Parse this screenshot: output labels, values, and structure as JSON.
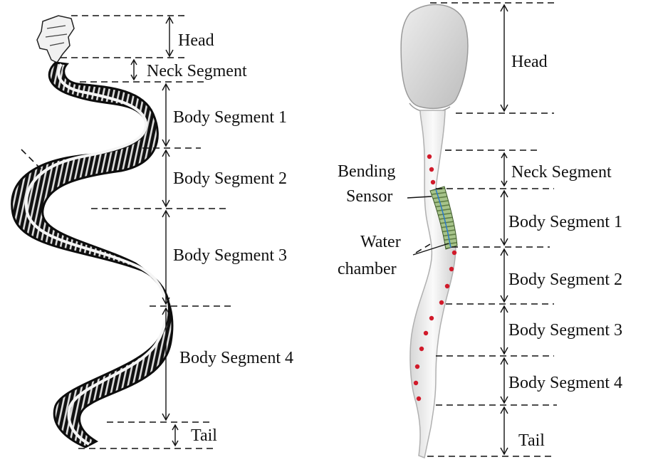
{
  "left_panel": {
    "labels": {
      "head": "Head",
      "neck": "Neck Segment",
      "body1": "Body Segment 1",
      "body2": "Body Segment 2",
      "body3": "Body Segment 3",
      "body4": "Body Segment 4",
      "tail": "Tail"
    }
  },
  "right_panel": {
    "labels": {
      "head": "Head",
      "neck": "Neck Segment",
      "body1": "Body Segment 1",
      "body2": "Body Segment 2",
      "body3": "Body Segment 3",
      "body4": "Body Segment 4",
      "tail": "Tail"
    },
    "callouts": {
      "sensor_line1": "Bending",
      "sensor_line2": "Sensor",
      "chamber_line1": "Water",
      "chamber_line2": "chamber"
    }
  },
  "colors": {
    "skeleton_bone": "#e8e8e8",
    "skeleton_dark": "#1a1a1a",
    "robot_body": "#f2f2f2",
    "robot_head": "#d9d9d9",
    "sensor_green": "#a6c38a",
    "marker_red": "#d11a2a"
  }
}
